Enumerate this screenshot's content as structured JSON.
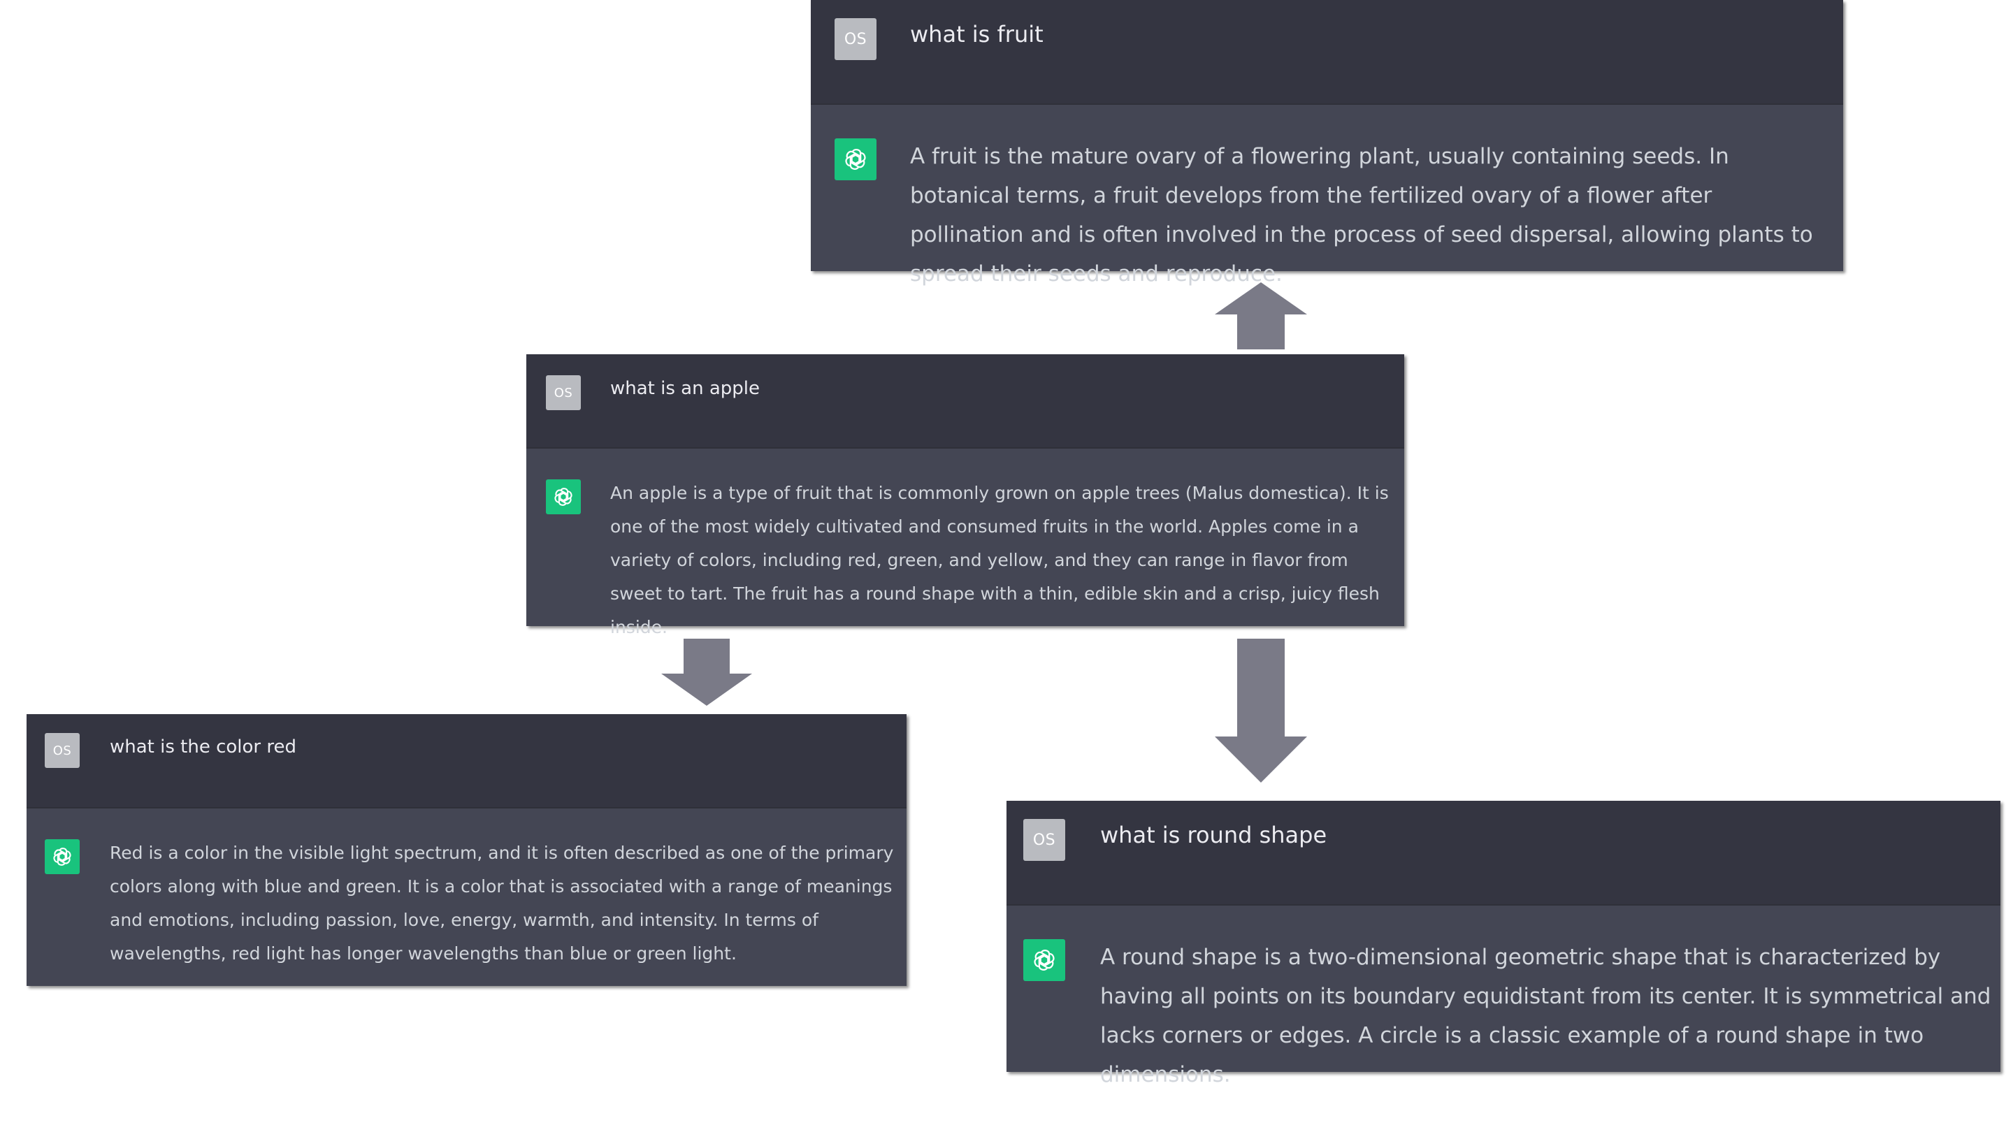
{
  "colors": {
    "user_row_bg": "#343541",
    "assistant_row_bg": "#444654",
    "user_avatar_bg": "#b9bbc0",
    "assistant_avatar_bg": "#19c37d",
    "arrow": "#7a7a87"
  },
  "conversations": [
    {
      "user_initials": "OS",
      "question": "what is fruit",
      "answer": "A fruit is the mature ovary of a flowering plant, usually containing seeds. In botanical terms, a fruit develops from the fertilized ovary of a flower after pollination and is often involved in the process of seed dispersal, allowing plants to spread their seeds and reproduce."
    },
    {
      "user_initials": "OS",
      "question": "what is an apple",
      "answer": "An apple is a type of fruit that is commonly grown on apple trees (Malus domestica). It is one of the most widely cultivated and consumed fruits in the world. Apples come in a variety of colors, including red, green, and yellow, and they can range in flavor from sweet to tart. The fruit has a round shape with a thin, edible skin and a crisp, juicy flesh inside."
    },
    {
      "user_initials": "OS",
      "question": "what is the color red",
      "answer": "Red is a color in the visible light spectrum, and it is often described as one of the primary colors along with blue and green. It is a color that is associated with a range of meanings and emotions, including passion, love, energy, warmth, and intensity. In terms of wavelengths, red light has longer wavelengths than blue or green light."
    },
    {
      "user_initials": "OS",
      "question": "what is round shape",
      "answer": "A round shape is a two-dimensional geometric shape that is characterized by having all points on its boundary equidistant from its center. It is symmetrical and lacks corners or edges. A circle is a classic example of a round shape in two dimensions."
    }
  ],
  "icons": {
    "assistant_avatar": "openai-logo-icon",
    "arrow_up": "arrow-up-icon",
    "arrow_down": "arrow-down-icon"
  }
}
